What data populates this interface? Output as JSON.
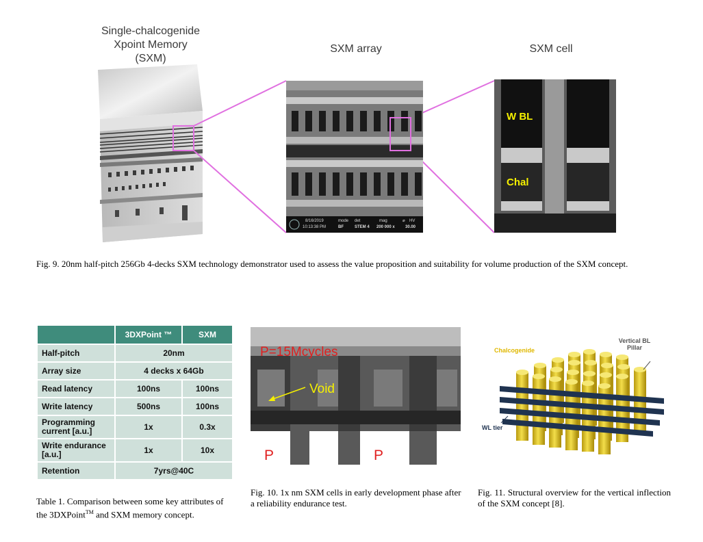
{
  "fig9": {
    "title_left_1": "Single-chalcogenide",
    "title_left_2": "Xpoint Memory",
    "title_left_3": "(SXM)",
    "title_mid": "SXM array",
    "title_right": "SXM cell",
    "cell_label_wbl": "W BL",
    "cell_label_chal": "Chal",
    "sem_bar": {
      "date": "8/16/2019",
      "time": "10:13:38 PM",
      "mode_label": "mode",
      "mode_value": "BF",
      "det_label": "det",
      "det_value": "STEM 4",
      "mag_label": "mag",
      "mag_value": "200 000 x",
      "hv_label": "HV",
      "hv_symbol": "⌀",
      "hv_value": "30.00"
    },
    "caption": "Fig. 9. 20nm half-pitch 256Gb 4-decks SXM technology demonstrator used to assess the value proposition and suitability for volume production of the SXM concept."
  },
  "table1": {
    "headers": [
      "",
      "3DXPoint ™",
      "SXM"
    ],
    "rows": [
      {
        "label": "Half-pitch",
        "merged": "20nm"
      },
      {
        "label": "Array size",
        "merged": "4 decks x 64Gb"
      },
      {
        "label": "Read latency",
        "a": "100ns",
        "b": "100ns"
      },
      {
        "label": "Write latency",
        "a": "500ns",
        "b": "100ns"
      },
      {
        "label": "Programming current [a.u.]",
        "a": "1x",
        "b": "0.3x"
      },
      {
        "label": "Write endurance [a.u.]",
        "a": "1x",
        "b": "10x"
      },
      {
        "label": "Retention",
        "merged": "7yrs@40C"
      }
    ],
    "caption_1": "Table 1. Comparison between some key attributes of the 3DXPoint",
    "caption_tm": "TM",
    "caption_2": " and SXM memory concept."
  },
  "fig10": {
    "label_cycles": "P=15Mcycles",
    "label_void": "Void",
    "label_p1": "P",
    "label_p2": "P",
    "caption": "Fig. 10. 1x nm SXM cells in early development phase after a reliability endurance test."
  },
  "fig11": {
    "label_chalcogenide": "Chalcogenide",
    "label_vertical_bl": "Vertical BL",
    "label_pillar": "Pillar",
    "label_wl_tier": "WL tier",
    "caption": "Fig. 11. Structural overview for the vertical inflection of the SXM concept [8]."
  },
  "colors": {
    "magenta_zoom": "#e070e0",
    "table_header": "#3f8c7c",
    "table_cell": "#cfe0da",
    "yellow_label": "#f5f000",
    "red_label": "#e02020",
    "pillar_yellow": "#e8d23a",
    "wl_navy": "#1f3350"
  }
}
